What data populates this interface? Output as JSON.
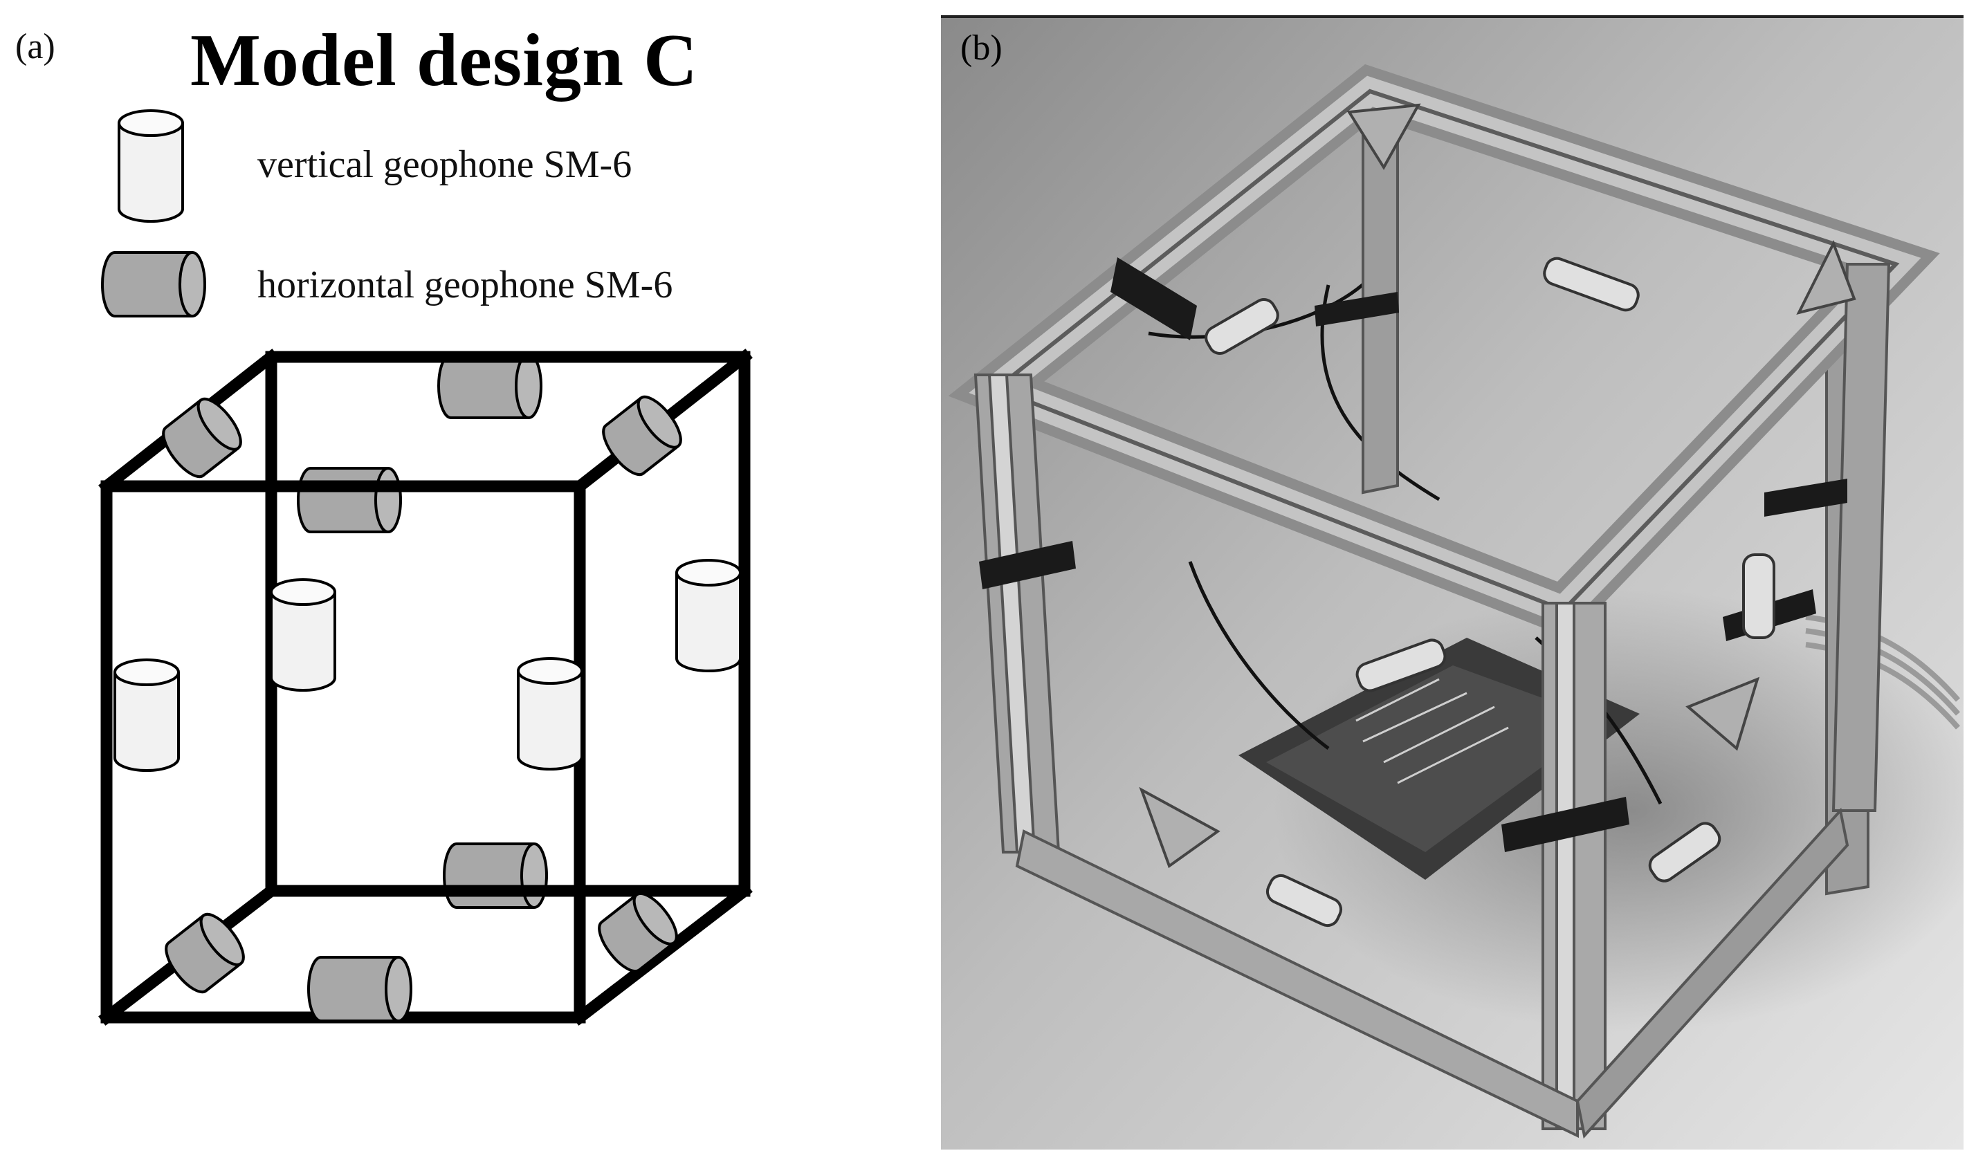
{
  "panel_a": {
    "label": "(a)",
    "title": "Model design C",
    "legend": {
      "vertical": {
        "icon": "vertical-geophone-icon",
        "text": "vertical geophone SM-6"
      },
      "horizontal": {
        "icon": "horizontal-geophone-icon",
        "text": "horizontal geophone SM-6"
      }
    }
  },
  "panel_b": {
    "label": "(b)"
  },
  "colors": {
    "frame": "#000000",
    "vertical_geophone_fill": "#f2f2f2",
    "horizontal_geophone_fill": "#a8a8a8"
  }
}
